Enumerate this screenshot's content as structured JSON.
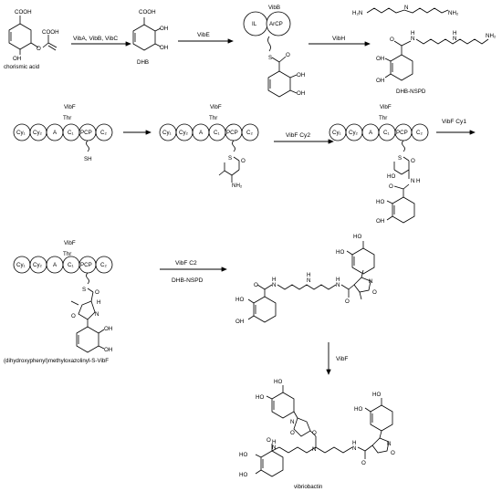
{
  "step1": {
    "start_label": "chorismic acid",
    "start_groups": [
      "COOH",
      "COOH",
      "OH",
      "O"
    ],
    "enzymes": "VibA, VibB, VibC",
    "product_label": "DHB",
    "product_groups": [
      "COOH",
      "OH",
      "OH"
    ]
  },
  "step2": {
    "enzyme": "VibE",
    "carrier": "VibB",
    "domains": [
      "IL",
      "ArCP"
    ],
    "groups": [
      "OH",
      "OH",
      "S",
      "O"
    ]
  },
  "step3": {
    "enzyme": "VibH",
    "amine_groups": [
      "H₂N",
      "N",
      "NH₂"
    ],
    "product_groups": [
      "O",
      "N",
      "N",
      "NH₂",
      "OH",
      "OH",
      "H",
      "H"
    ],
    "product_label": "DHB-NSPD"
  },
  "nrps": {
    "name": "VibF",
    "thr_label": "Thr",
    "domains": [
      "Cy₁",
      "Cy₂",
      "A",
      "C₁",
      "PCP",
      "C₂"
    ],
    "stage1": {
      "groups": [
        "SH"
      ]
    },
    "stage2": {
      "groups": [
        "S",
        "O",
        "NH₂"
      ]
    },
    "cy2_label": "VibF Cy2",
    "stage3": {
      "groups": [
        "S",
        "O",
        "HO",
        "N",
        "H",
        "O",
        "HO",
        "OH"
      ]
    },
    "cy1_label": "VibF Cy1"
  },
  "step4": {
    "groups": [
      "S",
      "O",
      "H",
      "N",
      "O",
      "OH",
      "OH"
    ],
    "label": "(dihydroxyphenyl)methyloxazolinyl-S-VibF",
    "enzyme": "VibF C2",
    "substrate": "DHB-NSPD",
    "product_groups": [
      "HO",
      "HO",
      "O",
      "N",
      "N",
      "N",
      "N",
      "O",
      "HO",
      "OH",
      "O",
      "H",
      "H",
      "H"
    ]
  },
  "step5": {
    "enzyme": "VibF",
    "product_label": "vibriobactin",
    "groups": [
      "HO",
      "HO",
      "HO",
      "HO",
      "N",
      "N",
      "N",
      "O",
      "O",
      "O",
      "O",
      "N",
      "N",
      "HO",
      "HO",
      "O",
      "H",
      "H"
    ]
  }
}
